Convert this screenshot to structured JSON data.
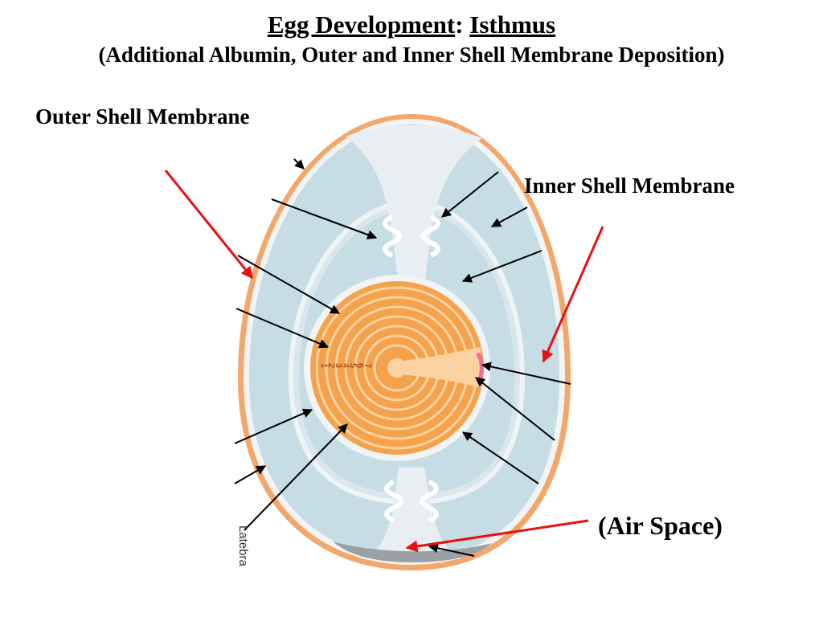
{
  "title": {
    "part1": "Egg Development",
    "separator": ":",
    "part2": "Isthmus",
    "subtitle": "(Additional Albumin, Outer and Inner Shell Membrane Deposition)"
  },
  "labels": {
    "outer_shell_membrane": "Outer Shell Membrane",
    "inner_shell_membrane": "Inner Shell Membrane",
    "air_space": "(Air Space)",
    "latebra": "Latebra"
  },
  "yolk_ring_numbers": [
    "7",
    "6",
    "5",
    "4",
    "3",
    "2",
    "1"
  ],
  "colors": {
    "shell_membrane": "#f3a76b",
    "albumin": "#c6dde6",
    "chalaza": "#e8eef2",
    "yolk": "#f5a24c",
    "yolk_ring": "#fbd3a2",
    "air_space": "#9aa0a4",
    "pointer_red": "#e81010",
    "pointer_black": "#000000"
  }
}
